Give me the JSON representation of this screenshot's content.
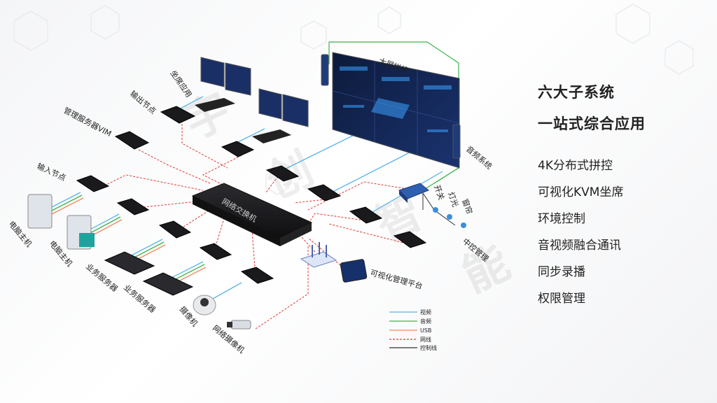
{
  "panel": {
    "title1": "六大子系统",
    "title2": "一站式综合应用",
    "features": [
      "4K分布式拼控",
      "可视化KVM坐席",
      "环境控制",
      "音视频融合通讯",
      "同步录播",
      "权限管理"
    ]
  },
  "diagram": {
    "labels": {
      "seat_app": "坐席应用",
      "output_node": "输出节点",
      "vim": "管理服务器VIM",
      "input_node": "输入节点",
      "pc1": "电脑主机",
      "pc2": "电脑主机",
      "biz1": "业务服务器",
      "biz2": "业务服务器",
      "camera": "摄像机",
      "ipcam": "网络摄像机",
      "switch": "网络交换机",
      "bigscreen": "大屏拼接",
      "audio": "音频系统",
      "central": "中控管理",
      "power": "开关",
      "light": "灯光",
      "curtain": "窗帘",
      "visual_platform": "可视化管理平台"
    },
    "watermark": [
      "宇",
      "创",
      "智",
      "能"
    ]
  },
  "legend": [
    {
      "label": "视频",
      "color": "#5ab4e8",
      "style": "solid"
    },
    {
      "label": "音频",
      "color": "#3cb44b",
      "style": "solid"
    },
    {
      "label": "USB",
      "color": "#f08a5d",
      "style": "solid"
    },
    {
      "label": "网线",
      "color": "#e53935",
      "style": "dashed"
    },
    {
      "label": "控制线",
      "color": "#333333",
      "style": "solid"
    }
  ]
}
